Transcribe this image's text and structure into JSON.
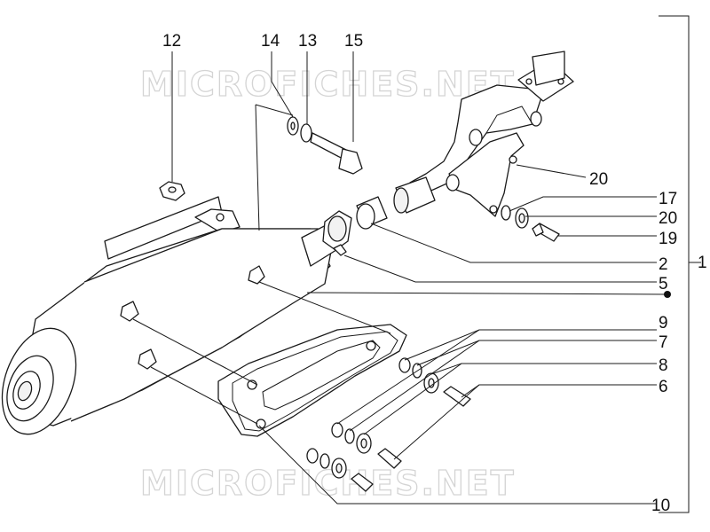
{
  "watermark": {
    "top_text": "MICROFICHES.NET",
    "bottom_text": "MICROFICHES.NET"
  },
  "callouts": {
    "c12": "12",
    "c14": "14",
    "c13": "13",
    "c15": "15",
    "c20a": "20",
    "c17": "17",
    "c20b": "20",
    "c19": "19",
    "c2": "2",
    "c5": "5",
    "c1": "1",
    "c9": "9",
    "c7": "7",
    "c8": "8",
    "c6": "6",
    "c10": "10"
  }
}
